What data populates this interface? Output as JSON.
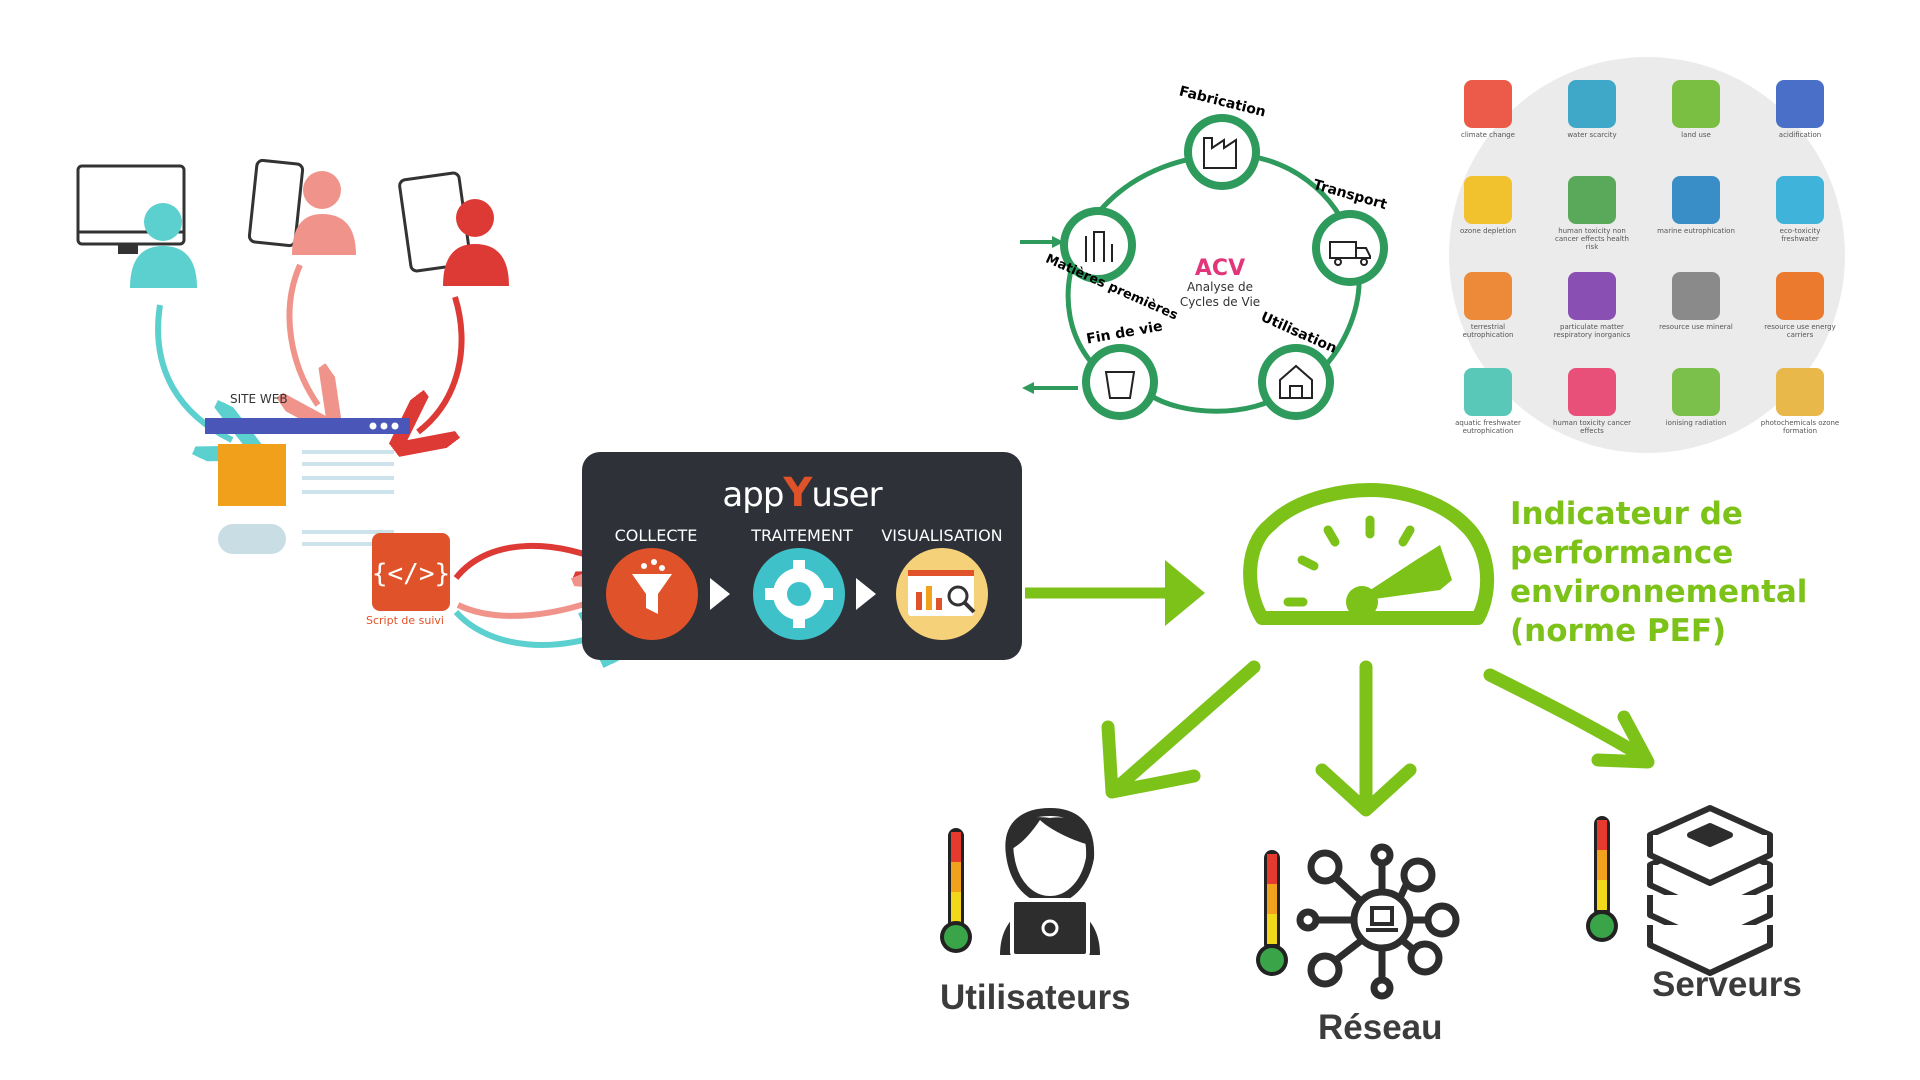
{
  "site": {
    "label": "SITE WEB",
    "script_label": "Script  de suivi"
  },
  "appyuser": {
    "logo_left": "app",
    "logo_y": "Y",
    "logo_right": "user",
    "steps": [
      "COLLECTE",
      "TRAITEMENT",
      "VISUALISATION"
    ]
  },
  "acv": {
    "title": "ACV",
    "subtitle_line1": "Analyse de",
    "subtitle_line2": "Cycles de Vie",
    "stages": [
      "Fabrication",
      "Transport",
      "Utilisation",
      "Fin de vie",
      "Matières premières"
    ]
  },
  "pef_icons": [
    "climate change",
    "water scarcity",
    "land use",
    "acidification",
    "ozone depletion",
    "human toxicity non cancer effects health risk",
    "marine eutrophication",
    "eco-toxicity freshwater",
    "terrestrial eutrophication",
    "particulate matter respiratory inorganics",
    "resource use mineral",
    "resource use energy carriers",
    "aquatic freshwater eutrophication",
    "human toxicity cancer effects",
    "ionising radiation",
    "photochemicals ozone formation"
  ],
  "pef_title": "Indicateur de performance environnemental (norme PEF)",
  "categories": [
    "Utilisateurs",
    "Réseau",
    "Serveurs"
  ],
  "colors": {
    "green": "#7cc219",
    "acv_green": "#2e9a5c",
    "orange": "#e0532a",
    "teal": "#5ccfcf",
    "pink": "#f0938b",
    "red": "#dd3a35",
    "panel": "#2e3138",
    "navy": "#4a57b8"
  }
}
